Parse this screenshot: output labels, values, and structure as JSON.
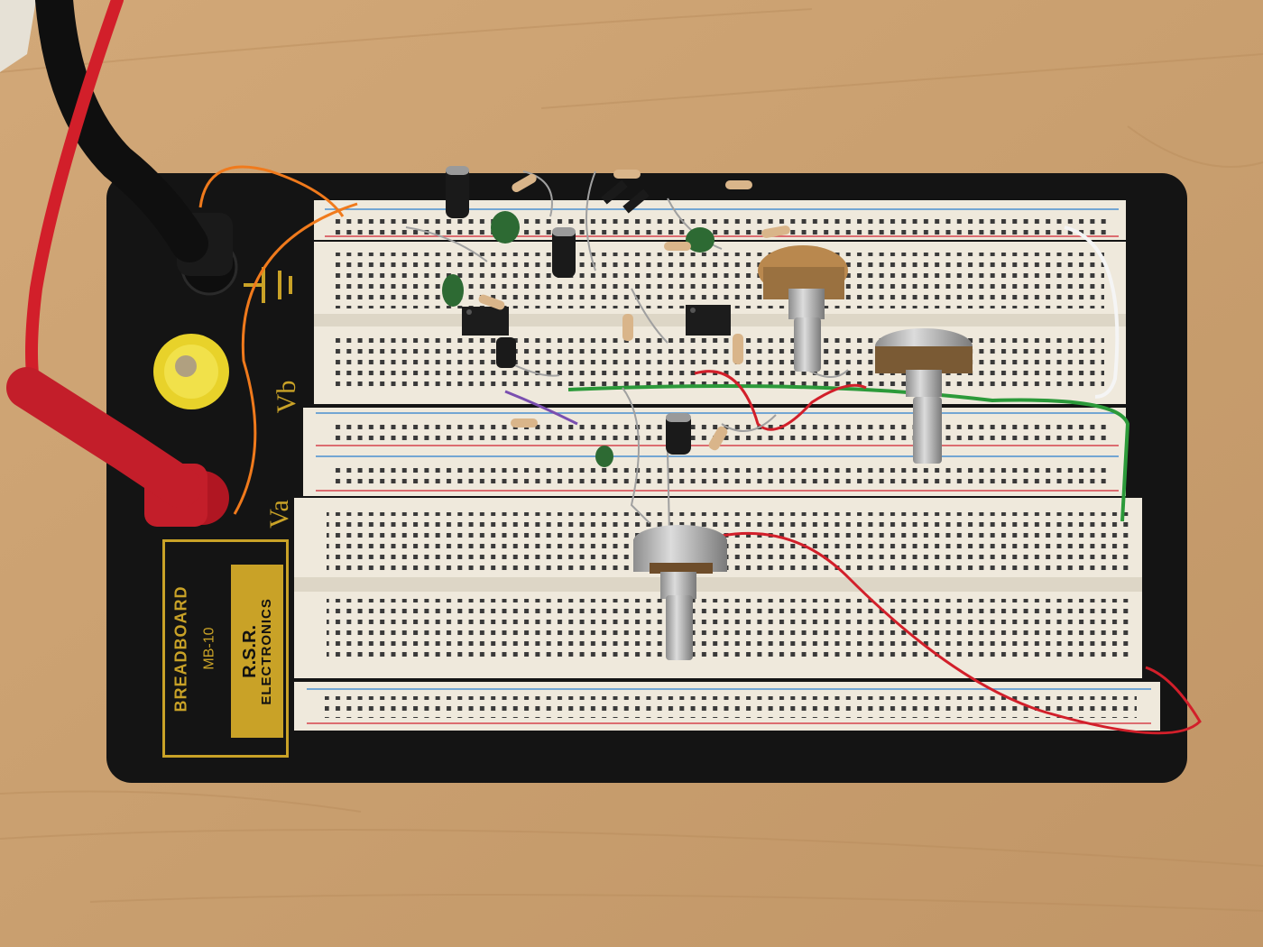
{
  "board": {
    "brand_line1": "BREADBOARD",
    "brand_line2": "MB-10",
    "maker_line1": "R.S.R.",
    "maker_line2": "ELECTRONICS",
    "terminal_a": "Va",
    "terminal_b": "Vb"
  },
  "colors": {
    "wood": "#c89e6e",
    "board": "#141414",
    "breadboard": "#efe9dc",
    "rail_red": "#d6424c",
    "rail_blue": "#4a8fd0",
    "wire_red": "#d21f2a",
    "wire_orange": "#f07a1c",
    "wire_green": "#2c9a3a",
    "brand_gold": "#c9a227"
  }
}
